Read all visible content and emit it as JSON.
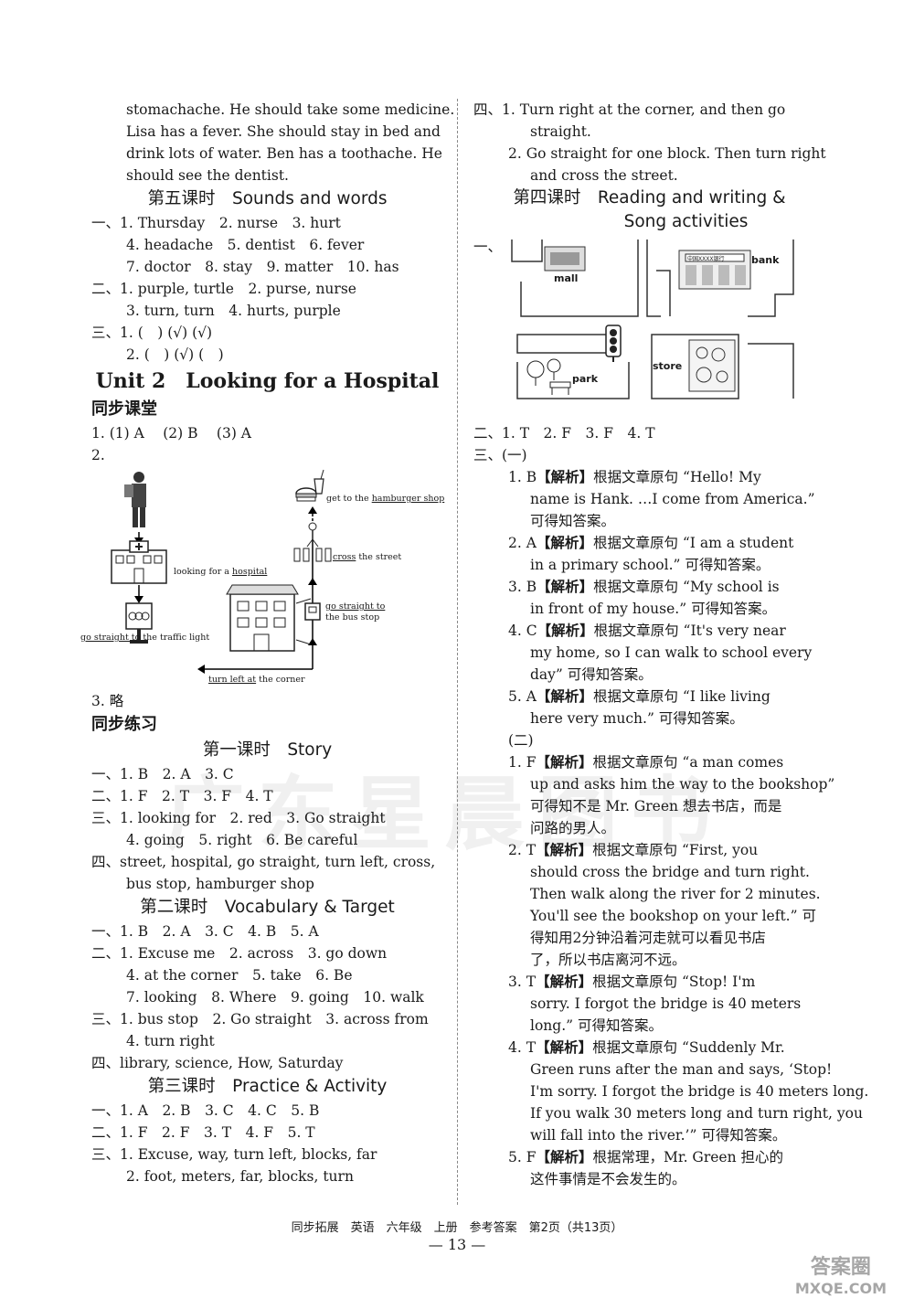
{
  "left": {
    "intro_lines": [
      "stomachache. He should take some medicine.",
      "Lisa has a fever. She should stay in bed and",
      "drink lots of water. Ben has a toothache. He",
      "should see the dentist."
    ],
    "lesson5_title": "第五课时　Sounds and words",
    "lesson5_lines": [
      [
        "一、1. Thursday",
        "2. nurse",
        "3. hurt"
      ],
      [
        "4. headache",
        "5. dentist",
        "6. fever"
      ],
      [
        "7. doctor",
        "8. stay",
        "9. matter",
        "10. has"
      ],
      [
        "二、1. purple, turtle",
        "2. purse, nurse"
      ],
      [
        "3. turn, turn",
        "4. hurts, purple"
      ],
      [
        "三、1. (　) (√) (√)"
      ],
      [
        "2. (　) (√) (　)"
      ]
    ],
    "unit_title": "Unit 2　Looking for a Hospital",
    "sync_class": "同步课堂",
    "q1": "1. (1) A　 (2) B　 (3) A",
    "q2": "2.",
    "diagram": {
      "label_hamburger_pre": "get to the ",
      "label_hamburger_u": "hamburger shop",
      "label_hospital_pre": "looking for a ",
      "label_hospital_u": "hospital",
      "label_cross_u": "cross",
      "label_cross_post": " the street",
      "label_bus_u": "go straight to",
      "label_bus_post": "the bus stop",
      "label_traffic_u": "go straight to",
      "label_traffic_post": " the traffic light",
      "label_corner_u": "turn left at",
      "label_corner_post": " the corner"
    },
    "q3": "3. 略",
    "sync_practice": "同步练习",
    "lesson1_title": "第一课时　Story",
    "lesson1_lines": [
      [
        "一、1. B",
        "2. A",
        "3. C"
      ],
      [
        "二、1. F",
        "2. T",
        "3. F",
        "4. T"
      ],
      [
        "三、1. looking for",
        "2. red",
        "3. Go straight"
      ],
      [
        "4. going",
        "5. right",
        "6. Be careful"
      ],
      [
        "四、street, hospital, go straight, turn left, cross,"
      ],
      [
        "bus stop, hamburger shop"
      ]
    ],
    "lesson2_title": "第二课时　Vocabulary & Target",
    "lesson2_lines": [
      [
        "一、1. B",
        "2. A",
        "3. C",
        "4. B",
        "5. A"
      ],
      [
        "二、1. Excuse me",
        "2. across",
        "3. go down"
      ],
      [
        "4. at the corner",
        "5. take",
        "6. Be"
      ],
      [
        "7. looking",
        "8. Where",
        "9. going",
        "10. walk"
      ],
      [
        "三、1. bus stop",
        "2. Go straight",
        "3. across from"
      ],
      [
        "4. turn right"
      ],
      [
        "四、library, science, How, Saturday"
      ]
    ],
    "lesson3_title": "第三课时　Practice & Activity",
    "lesson3_lines": [
      [
        "一、1. A",
        "2. B",
        "3. C",
        "4. C",
        "5. B"
      ],
      [
        "二、1. F",
        "2. F",
        "3. T",
        "4. F",
        "5. T"
      ],
      [
        "三、1. Excuse, way, turn left, blocks, far"
      ],
      [
        "2. foot, meters, far, blocks, turn"
      ]
    ]
  },
  "right": {
    "sec4_lines": [
      [
        "四、1. Turn right at the corner, and then go"
      ],
      [
        "straight."
      ],
      [
        "2. Go straight for one block. Then turn right"
      ],
      [
        "and cross the street."
      ]
    ],
    "lesson4_title_1": "第四课时　Reading and writing &",
    "lesson4_title_2": "Song activities",
    "map_prefix": "一、",
    "map": {
      "mall": "mall",
      "bank": "bank",
      "bank_sign": "中国XXXX银行",
      "park": "park",
      "store": "store"
    },
    "tf_line": "二、1. T　2. F　3. F　4. T",
    "sec3_head": "三、(一)",
    "part1": [
      [
        "1. B【解析】根据文章原句 “Hello! My",
        "name is Hank. …I come from America.”",
        "可得知答案。"
      ],
      [
        "2. A【解析】根据文章原句 “I am a student",
        "in a primary school.” 可得知答案。"
      ],
      [
        "3. B【解析】根据文章原句 “My school is",
        "in front of my house.” 可得知答案。"
      ],
      [
        "4. C【解析】根据文章原句 “It's very near",
        "my home, so I can walk to school every",
        "day” 可得知答案。"
      ],
      [
        "5. A【解析】根据文章原句 “I like living",
        "here very much.” 可得知答案。"
      ]
    ],
    "part2_head": "(二)",
    "part2": [
      [
        "1. F【解析】根据文章原句 “a man comes",
        "up and asks him the way to the bookshop”",
        "可得知不是 Mr. Green 想去书店，而是",
        "问路的男人。"
      ],
      [
        "2. T【解析】根据文章原句 “First, you",
        "should cross the bridge and turn right.",
        "Then walk along the river for 2 minutes.",
        "You'll see the bookshop on your left.” 可",
        "得知用2分钟沿着河走就可以看见书店",
        "了，所以书店离河不远。"
      ],
      [
        "3. T【解析】根据文章原句 “Stop! I'm",
        "sorry. I forgot the bridge is 40 meters",
        "long.” 可得知答案。"
      ],
      [
        "4. T【解析】根据文章原句 “Suddenly Mr.",
        "Green runs after the man and says, ‘Stop!",
        "I'm sorry. I forgot the bridge is 40 meters long.",
        "If you walk 30 meters long and turn right, you",
        "will fall into the river.’” 可得知答案。"
      ],
      [
        "5. F【解析】根据常理，Mr. Green 担心的",
        "这件事情是不会发生的。"
      ]
    ]
  },
  "footer": "同步拓展　英语　六年级　上册　参考答案　第2页（共13页）",
  "page_number": "— 13 —",
  "watermark": "广东星晨图书",
  "stamp_top": "答案圈",
  "stamp_bottom": "MXQE.COM"
}
